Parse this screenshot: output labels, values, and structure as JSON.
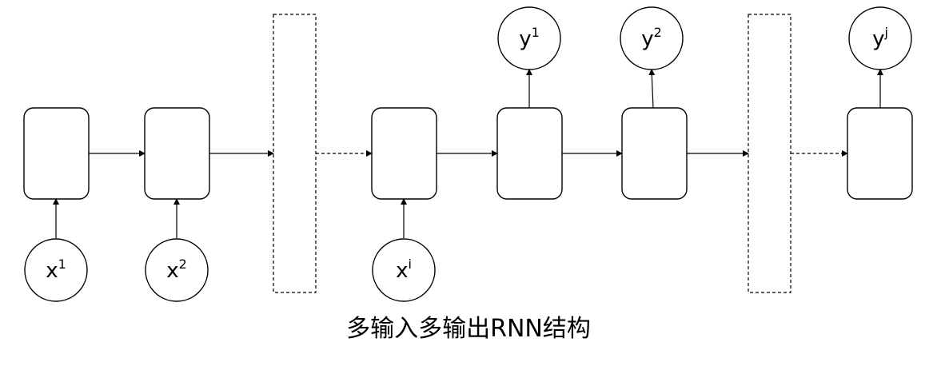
{
  "caption": "多输入多输出RNN结构",
  "inputs": [
    {
      "base": "x",
      "sup": "1"
    },
    {
      "base": "x",
      "sup": "2"
    },
    {
      "base": "x",
      "sup": "i"
    }
  ],
  "outputs": [
    {
      "base": "y",
      "sup": "1"
    },
    {
      "base": "y",
      "sup": "2"
    },
    {
      "base": "y",
      "sup": "j"
    }
  ]
}
